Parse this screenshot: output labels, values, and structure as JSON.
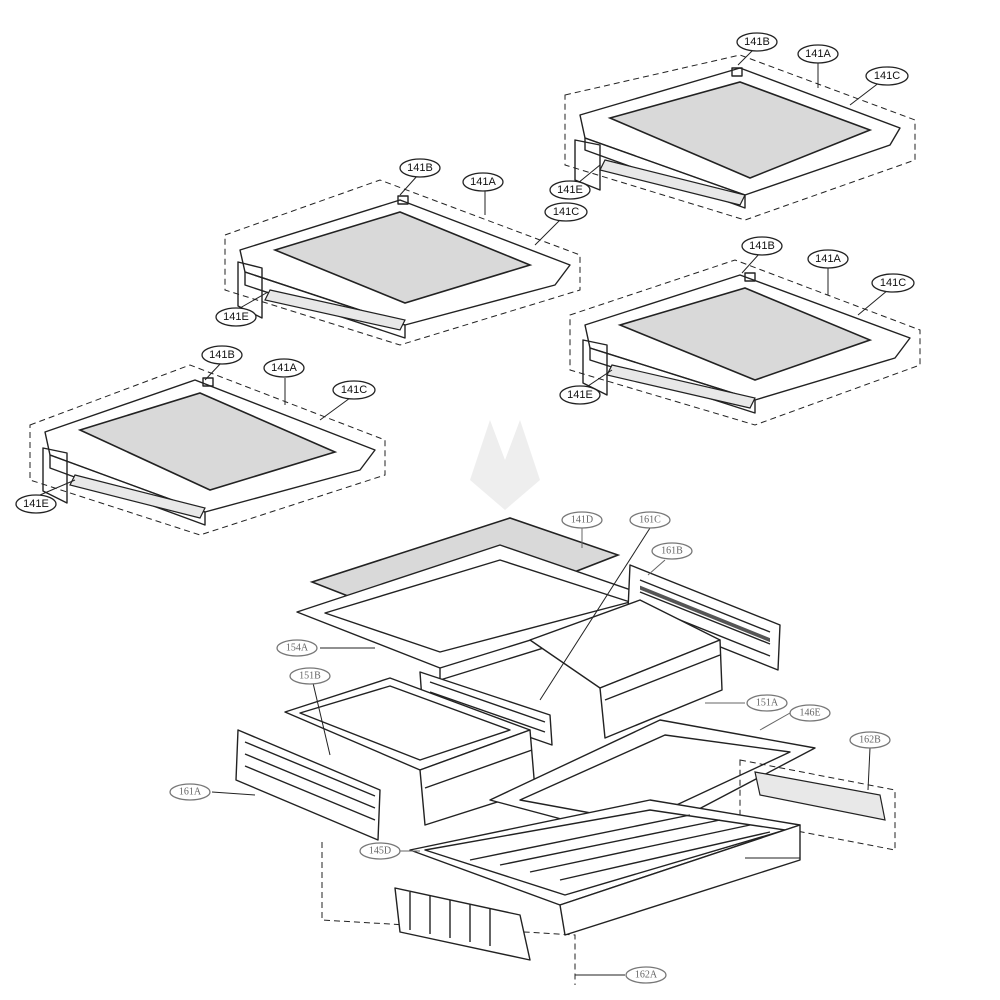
{
  "labels": {
    "shelf_frame": "141A",
    "shelf_front": "141B",
    "shelf_glass": "141C",
    "shelf_rail": "141E",
    "glass_cover": "141D",
    "cover_frame_c": "161C",
    "frame_b": "161B",
    "frame_a": "161A",
    "crisper_a": "151A",
    "crisper_cover": "154A",
    "crisper_b": "151B",
    "bottom_panel": "146E",
    "rail_b": "162B",
    "drawer": "145D",
    "rail_a": "162A"
  }
}
